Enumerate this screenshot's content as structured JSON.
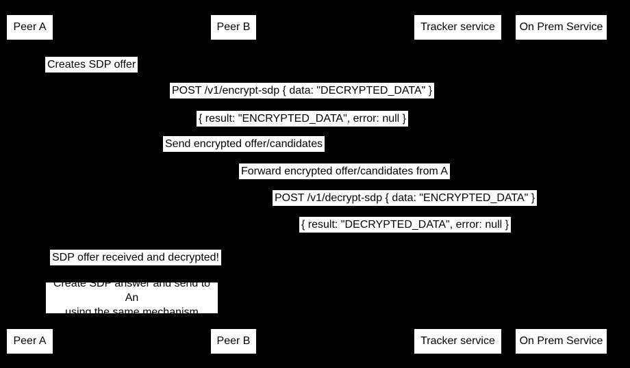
{
  "diagram": {
    "type": "sequence-diagram",
    "colors": {
      "background": "#000000",
      "box_fill": "#ffffff",
      "box_text": "#000000"
    },
    "actors": [
      {
        "label": "Peer A"
      },
      {
        "label": "Peer B"
      },
      {
        "label": "Tracker service"
      },
      {
        "label": "On Prem Service"
      }
    ],
    "messages": [
      {
        "text": "Creates SDP offer"
      },
      {
        "text": "POST /v1/encrypt-sdp { data: \"DECRYPTED_DATA\" }"
      },
      {
        "text": "{ result: \"ENCRYPTED_DATA\", error: null }"
      },
      {
        "text": "Send encrypted offer/candidates"
      },
      {
        "text": "Forward encrypted offer/candidates from A"
      },
      {
        "text": "POST /v1/decrypt-sdp { data: \"ENCRYPTED_DATA\" }"
      },
      {
        "text": "{ result: \"DECRYPTED_DATA\", error: null }"
      },
      {
        "text": "SDP offer received and decrypted!"
      }
    ],
    "note": {
      "line1": "Create SDP answer and send to An",
      "line2": "using the same mechanism"
    }
  }
}
